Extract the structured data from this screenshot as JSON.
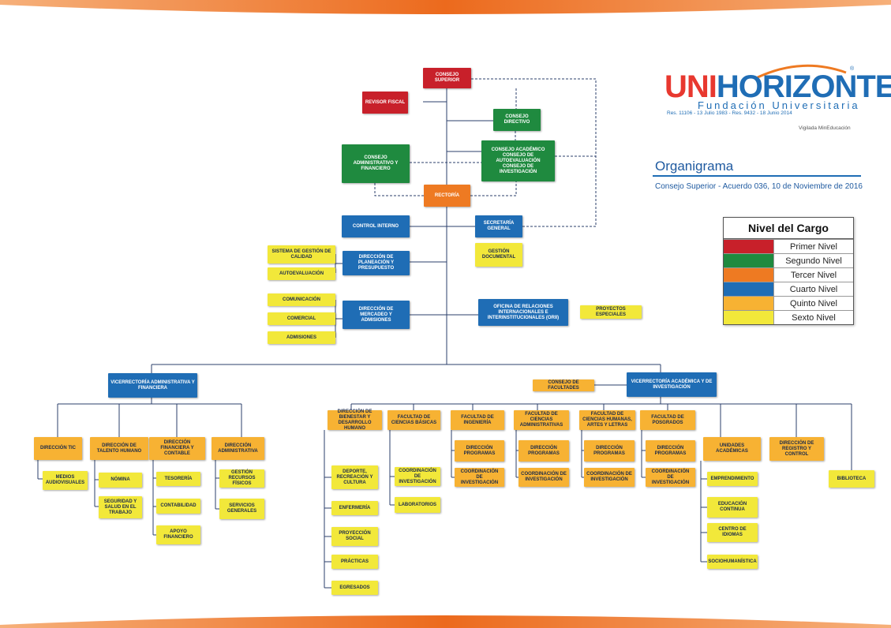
{
  "logo": {
    "uni": "UNI",
    "horizonte": "HORIZONTE",
    "registered": "®",
    "fundacion": "Fundación Universitaria",
    "resolucion": "Res. 11106 - 13 Julio 1983 - Res. 9432 - 18 Junio 2014",
    "vigilada": "Vigilada MinEducación"
  },
  "title": "Organigrama",
  "subtitle": "Consejo Superior - Acuerdo 036, 10 de Noviembre de 2016",
  "legend": {
    "header": "Nivel del Cargo",
    "items": [
      {
        "label": "Primer Nivel",
        "color": "#c8202a"
      },
      {
        "label": "Segundo Nivel",
        "color": "#1f8a3f"
      },
      {
        "label": "Tercer Nivel",
        "color": "#ee7a22"
      },
      {
        "label": "Cuarto Nivel",
        "color": "#1f6db5"
      },
      {
        "label": "Quinto Nivel",
        "color": "#f7b233"
      },
      {
        "label": "Sexto Nivel",
        "color": "#f2e83a"
      }
    ]
  },
  "nodes": {
    "consejo_superior": "Consejo Superior",
    "revisor_fiscal": "Revisor Fiscal",
    "consejo_directivo": "Consejo Directivo",
    "consejo_academico": "Consejo Académico Consejo de Autoevaluación Consejo de Investigación",
    "consejo_administrativo": "Consejo Administrativo y Financiero",
    "rectoria": "Rectoría",
    "control_interno": "Control Interno",
    "secretaria_general": "Secretaría General",
    "gestion_documental": "Gestión Documental",
    "sistema_calidad": "Sistema de Gestión de Calidad",
    "autoevaluacion": "Autoevaluación",
    "direccion_planeacion": "Dirección de Planeación y Presupuesto",
    "comunicacion": "Comunicación",
    "comercial": "Comercial",
    "admisiones": "Admisiones",
    "direccion_mercadeo": "Dirección de Mercadeo y Admisiones",
    "ori": "Oficina de Relaciones Internacionales e Interinstitucionales (ORII)",
    "proyectos_especiales": "Proyectos Especiales",
    "vicerrectoria_admin": "Vicerrectoría Administrativa y Financiera",
    "consejo_facultades": "Consejo de Facultades",
    "vicerrectoria_academica": "Vicerrectoría Académica y de Investigación",
    "direccion_tic": "Dirección TIC",
    "medios_audiovisuales": "Medios Audiovisuales",
    "direccion_talento": "Dirección de Talento Humano",
    "nomina": "Nómina",
    "seguridad_salud": "Seguridad y Salud en el Trabajo",
    "direccion_financiera": "Dirección Financiera y Contable",
    "tesoreria": "Tesorería",
    "contabilidad": "Contabilidad",
    "apoyo_financiero": "Apoyo Financiero",
    "direccion_administrativa": "Dirección Administrativa",
    "gestion_recursos": "Gestión Recursos Físicos",
    "servicios_generales": "Servicios Generales",
    "direccion_bienestar": "Dirección de Bienestar y Desarrollo Humano",
    "deporte": "Deporte, Recreación y Cultura",
    "enfermeria": "Enfermería",
    "proyeccion_social": "Proyección Social",
    "practicas": "Prácticas",
    "egresados": "Egresados",
    "fac_ciencias_basicas": "Facultad de Ciencias Básicas",
    "coord_inv_cb": "Coordinación de Investigación",
    "laboratorios": "Laboratorios",
    "fac_ingenieria": "Facultad de Ingeniería",
    "dir_prog_ing": "Dirección Programas",
    "coord_inv_ing": "Coordinación de Investigación",
    "fac_ciencias_admin": "Facultad de Ciencias Administrativas",
    "dir_prog_admin": "Dirección Programas",
    "coord_inv_admin": "Coordinación de Investigación",
    "fac_humanas": "Facultad de Ciencias Humanas, Artes y Letras",
    "dir_prog_hum": "Dirección Programas",
    "coord_inv_hum": "Coordinación de Investigación",
    "fac_posgrados": "Facultad de Posgrados",
    "dir_prog_pos": "Dirección Programas",
    "coord_inv_pos": "Coordinación de Investigación",
    "unidades_academicas": "Unidades Académicas",
    "emprendimiento": "Emprendimiento",
    "educacion_continua": "Educación Continua",
    "centro_idiomas": "Centro de Idiomas",
    "sociohumanistica": "Sociohumanística",
    "direccion_registro": "Dirección de Registro y Control",
    "biblioteca": "Biblioteca"
  }
}
